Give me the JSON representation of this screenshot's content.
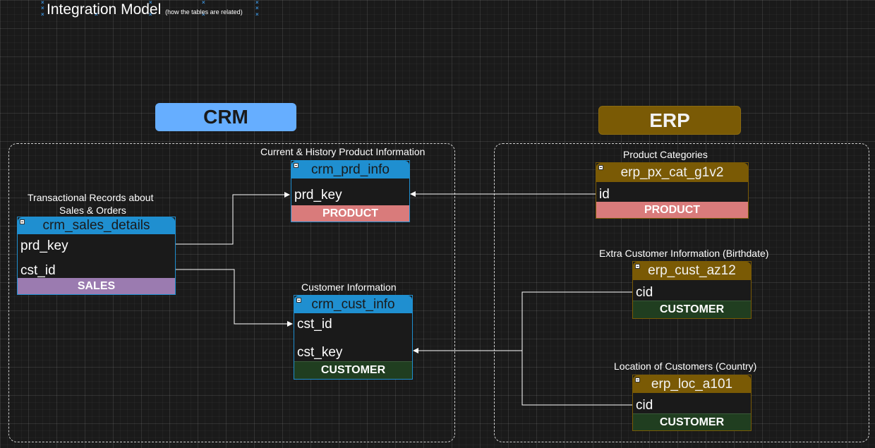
{
  "title": {
    "main": "Integration Model",
    "sub": "(how the tables are related)"
  },
  "groups": {
    "crm": "CRM",
    "erp": "ERP"
  },
  "captions": {
    "prd_info": "Current & History Product Information",
    "sales_line1": "Transactional Records about",
    "sales_line2": "Sales & Orders",
    "cust_info": "Customer Information",
    "px_cat": "Product Categories",
    "cust_az12": "Extra Customer Information (Birthdate)",
    "loc_a101": "Location of Customers (Country)"
  },
  "tables": {
    "crm_prd_info": {
      "name": "crm_prd_info",
      "fields": [
        "prd_key"
      ],
      "footer": "PRODUCT"
    },
    "crm_sales_details": {
      "name": "crm_sales_details",
      "fields": [
        "prd_key",
        "cst_id"
      ],
      "footer": "SALES"
    },
    "crm_cust_info": {
      "name": "crm_cust_info",
      "fields": [
        "cst_id",
        "cst_key"
      ],
      "footer": "CUSTOMER"
    },
    "erp_px_cat_g1v2": {
      "name": "erp_px_cat_g1v2",
      "fields": [
        "id"
      ],
      "footer": "PRODUCT"
    },
    "erp_cust_az12": {
      "name": "erp_cust_az12",
      "fields": [
        "cid"
      ],
      "footer": "CUSTOMER"
    },
    "erp_loc_a101": {
      "name": "erp_loc_a101",
      "fields": [
        "cid"
      ],
      "footer": "CUSTOMER"
    }
  },
  "colors": {
    "crm_accent": "#66aeff",
    "crm_table": "#1f8fd0",
    "erp_accent": "#7a5a05",
    "product": "#d97b7b",
    "sales": "#9b7bb0",
    "customer": "#203e20"
  }
}
